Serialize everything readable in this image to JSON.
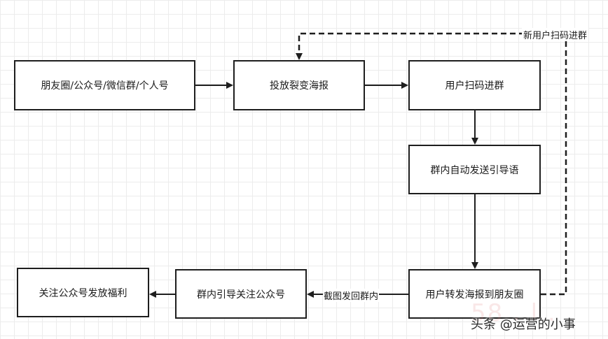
{
  "nodes": {
    "channels": "朋友圈/公众号/微信群/个人号",
    "poster": "投放裂变海报",
    "scan_join": "用户扫码进群",
    "auto_message": "群内自动发送引导语",
    "share_poster": "用户转发海报到朋友圈",
    "guide_follow": "群内引导关注公众号",
    "follow_reward": "关注公众号发放福利"
  },
  "edge_labels": {
    "new_user_scan": "新用户扫码进群",
    "screenshot_back": "截图发回群内"
  },
  "watermark": {
    "faint": "58 . l .",
    "main": "头条 @运营的小事"
  }
}
